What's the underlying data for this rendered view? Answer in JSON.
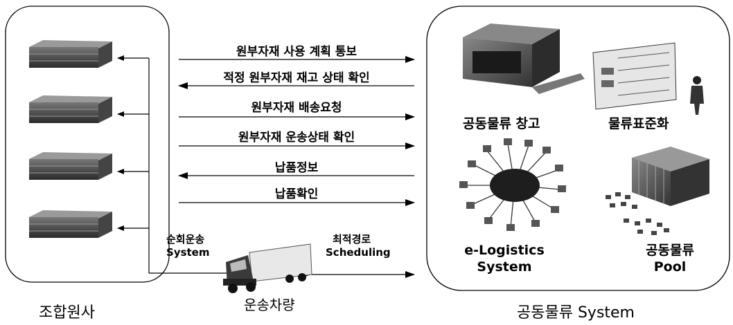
{
  "left_group": {
    "label": "조합원사"
  },
  "right_group": {
    "label": "공동물류 System"
  },
  "flows": [
    {
      "label": "원부자재 사용 계획 통보",
      "direction": "right"
    },
    {
      "label": "적정 원부자재 재고 상태 확인",
      "direction": "left"
    },
    {
      "label": "원부자재 배송요청",
      "direction": "right"
    },
    {
      "label": "원부자재 운송상태 확인",
      "direction": "right"
    },
    {
      "label": "납품정보",
      "direction": "left"
    },
    {
      "label": "납품확인",
      "direction": "right"
    }
  ],
  "components": {
    "warehouse": "공동물류 창고",
    "standardization": "물류표준화",
    "elogistics_line1": "e-Logistics",
    "elogistics_line2": "System",
    "pool_line1": "공동물류",
    "pool_line2": "Pool"
  },
  "transport": {
    "route_line1": "순회운송",
    "route_line2": "System",
    "sched_line1": "최적경로",
    "sched_line2": "Scheduling",
    "vehicle": "운송차량"
  },
  "icons": [
    "server-stack-icon",
    "warehouse-icon",
    "form-document-icon",
    "person-icon",
    "network-hub-icon",
    "pallet-box-icon",
    "truck-icon"
  ]
}
